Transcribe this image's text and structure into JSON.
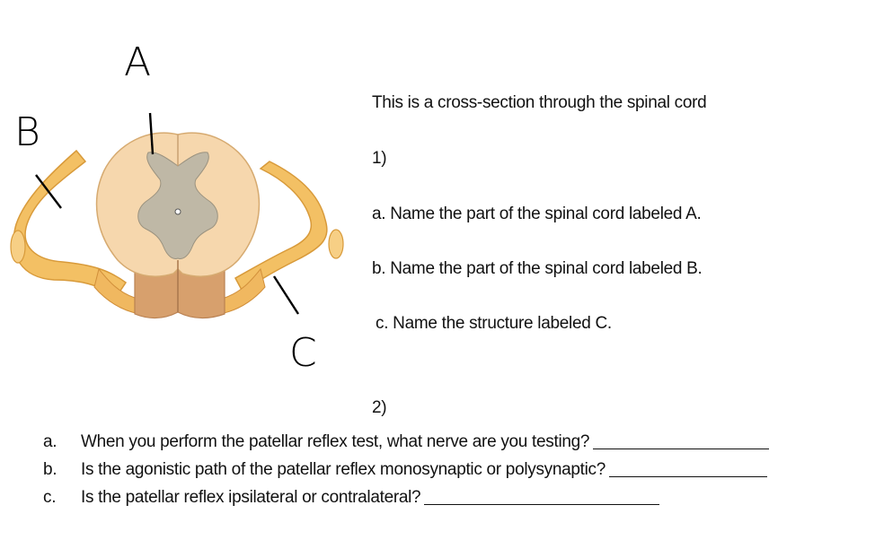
{
  "figure": {
    "labels": {
      "a": "A",
      "b": "B",
      "c": "C"
    }
  },
  "text": {
    "intro": "This is a cross-section through the spinal cord",
    "q1_number": "1)",
    "q1_a": "a. Name the part of the spinal cord labeled A.",
    "q1_b": "b. Name the part of the spinal cord labeled B.",
    "q1_c": "c. Name the structure labeled C.",
    "q2_number": "2)"
  },
  "q2_items": [
    {
      "letter": "a.",
      "text": "When you perform the patellar reflex test, what nerve are you testing?"
    },
    {
      "letter": "b.",
      "text": "Is the agonistic path of the patellar reflex monosynaptic or polysynaptic?"
    },
    {
      "letter": "c.",
      "text": "Is the patellar reflex ipsilateral or contralateral?"
    }
  ],
  "colors": {
    "white_matter": "#f6d7ad",
    "gray_matter": "#bfb8a6",
    "nerve": "#f3c064",
    "root_base": "#d7a06d"
  }
}
